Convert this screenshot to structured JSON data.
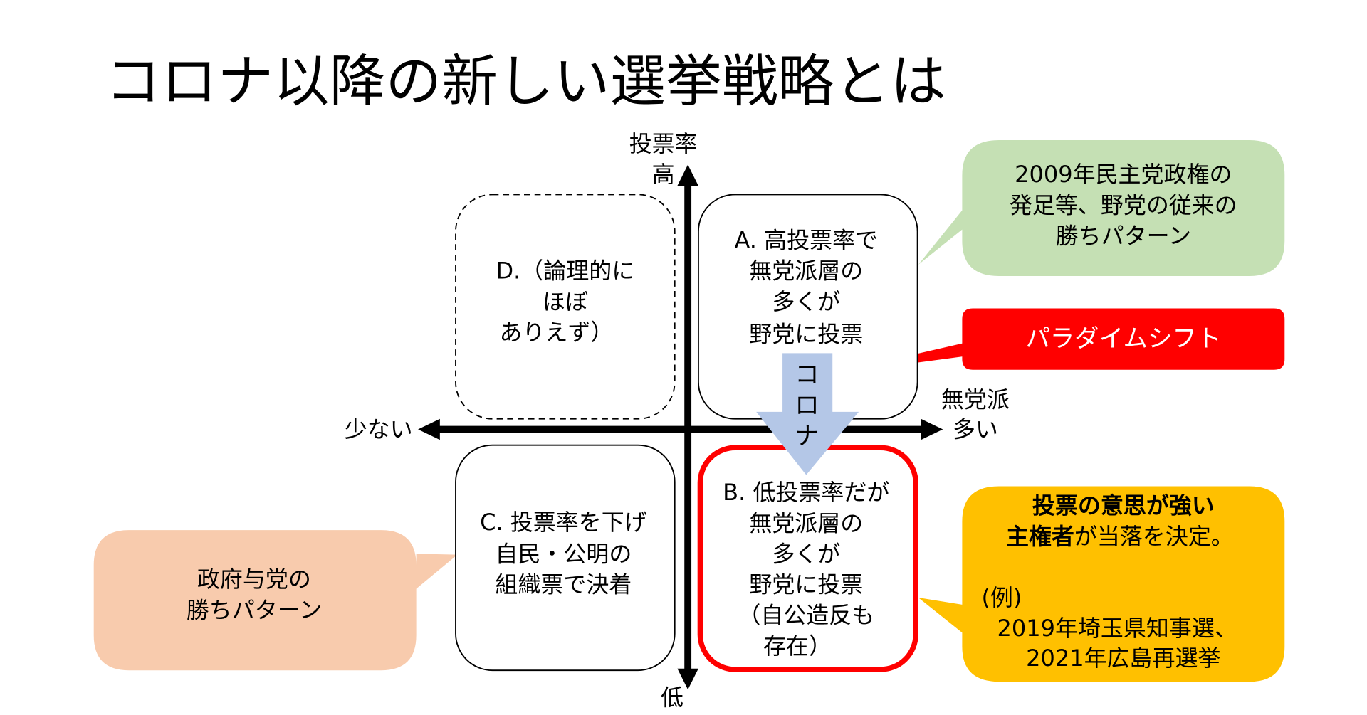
{
  "title": "コロナ以降の新しい選挙戦略とは",
  "axes": {
    "y_label": "投票率",
    "y_high": "高",
    "y_low": "低",
    "x_left": "少ない",
    "x_right_1": "無党派",
    "x_right_2": "多い"
  },
  "quadrants": {
    "D": [
      "D.（論理的に",
      "ほぼ",
      "ありえず）"
    ],
    "A": [
      "A. 高投票率で",
      "無党派層の",
      "多くが",
      "野党に投票"
    ],
    "C": [
      "C. 投票率を下げ",
      "自民・公明の",
      "組織票で決着"
    ],
    "B": [
      "B. 低投票率だが",
      "無党派層の",
      "多くが",
      "野党に投票",
      "（自公造反も",
      "存在）"
    ]
  },
  "corona_arrow": [
    "コ",
    "ロ",
    "ナ"
  ],
  "callouts": {
    "green": [
      "2009年民主党政権の",
      "発足等、野党の従来の",
      "勝ちパターン"
    ],
    "red": "パラダイムシフト",
    "orange": {
      "line1_bold": "投票の意思が強い",
      "line2_bold": "主権者",
      "line2_rest": "が当落を決定。",
      "example_label": "(例)",
      "example_1": "2019年埼玉県知事選、",
      "example_2": "2021年広島再選挙"
    },
    "peach": [
      "政府与党の",
      "勝ちパターン"
    ]
  },
  "colors": {
    "green": "#c5e0b4",
    "red": "#ff0000",
    "orange": "#ffc000",
    "peach": "#f8cbad",
    "arrow_blue": "#b4c7e7"
  }
}
